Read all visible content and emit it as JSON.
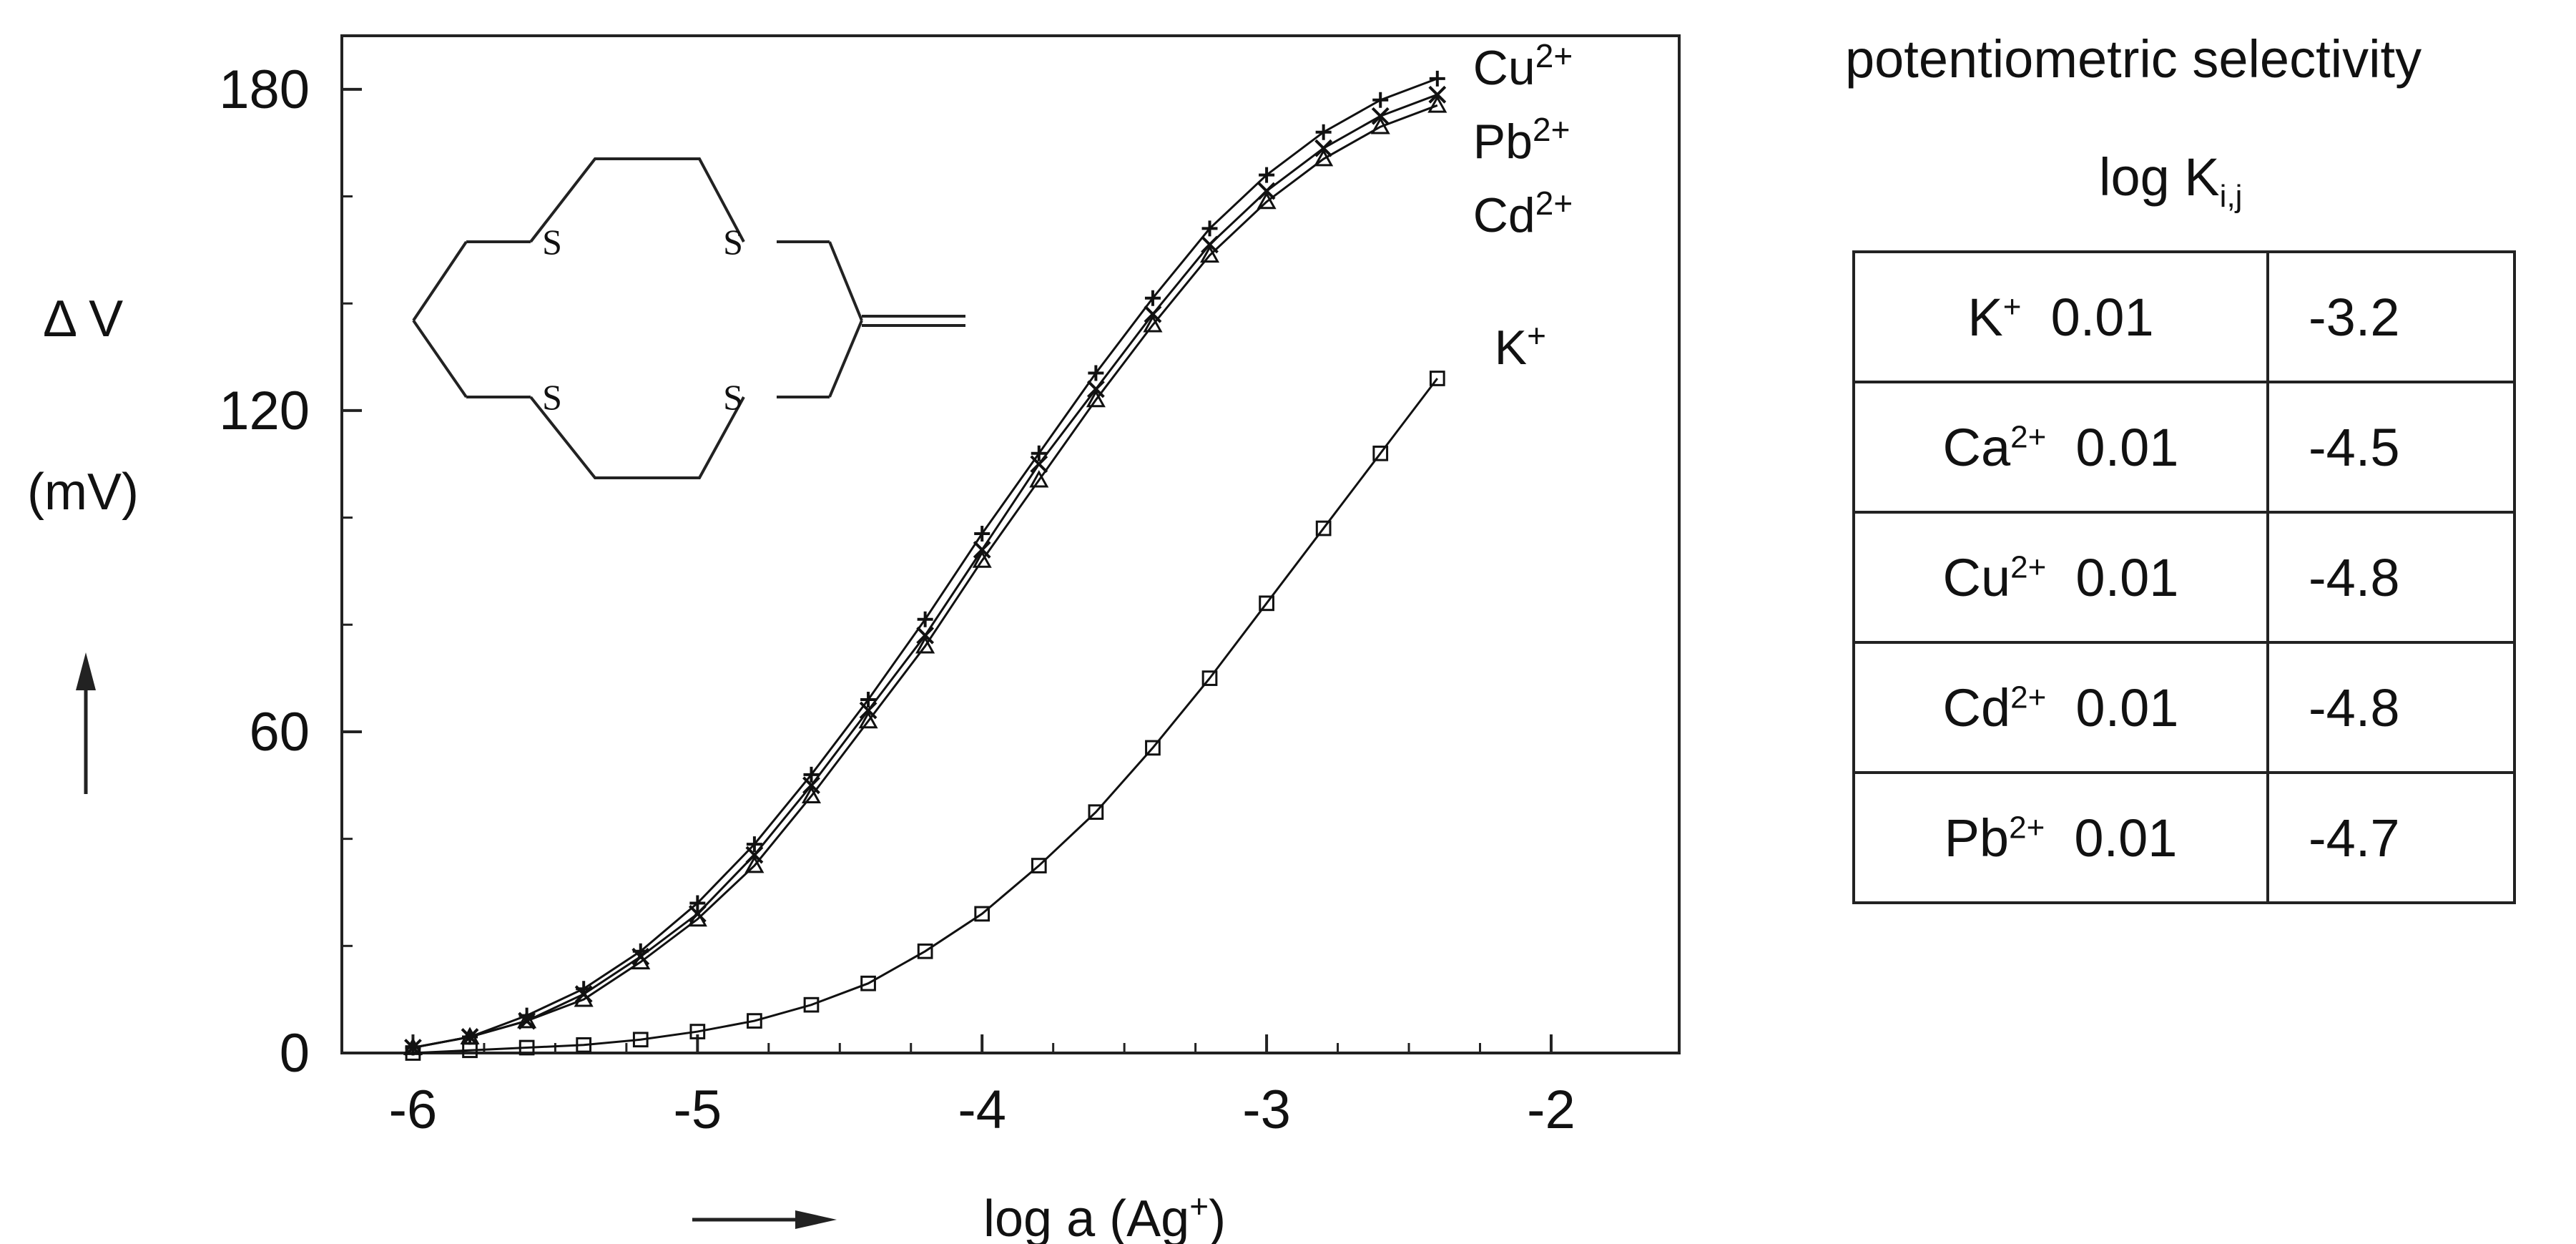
{
  "chart_data": {
    "type": "line",
    "title": "",
    "xlabel": "log a (Ag",
    "xlabel_sup": "+",
    "xlabel_close": ")",
    "ylabel": "Δ V",
    "ylabel_unit": "(mV)",
    "xlim": [
      -6.25,
      -1.55
    ],
    "ylim": [
      0,
      190
    ],
    "xticks": [
      -6,
      -5,
      -4,
      -3,
      -2
    ],
    "xtick_labels": [
      "-6",
      "-5",
      "-4",
      "-3",
      "-2"
    ],
    "yticks": [
      0,
      60,
      120,
      180
    ],
    "ytick_labels": [
      "0",
      "60",
      "120",
      "180"
    ],
    "grid": false,
    "legend": "inline labels at line ends",
    "x": [
      -6.0,
      -5.8,
      -5.6,
      -5.4,
      -5.2,
      -5.0,
      -4.8,
      -4.6,
      -4.4,
      -4.2,
      -4.0,
      -3.8,
      -3.6,
      -3.4,
      -3.2,
      -3.0,
      -2.8,
      -2.6,
      -2.4
    ],
    "series": [
      {
        "name": "Cu",
        "name_sup": "2+",
        "marker": "plus",
        "values": [
          1,
          3,
          7,
          12,
          19,
          28,
          39,
          52,
          66,
          81,
          97,
          112,
          127,
          141,
          154,
          164,
          172,
          178,
          182
        ]
      },
      {
        "name": "Pb",
        "name_sup": "2+",
        "marker": "x",
        "values": [
          1,
          3,
          6,
          11,
          18,
          26,
          37,
          50,
          64,
          78,
          94,
          110,
          124,
          138,
          151,
          161,
          169,
          175,
          179
        ]
      },
      {
        "name": "Cd",
        "name_sup": "2+",
        "marker": "triangle",
        "values": [
          1,
          3,
          6,
          10,
          17,
          25,
          35,
          48,
          62,
          76,
          92,
          107,
          122,
          136,
          149,
          159,
          167,
          173,
          177
        ]
      },
      {
        "name": "K",
        "name_sup": "+",
        "marker": "square",
        "values": [
          0,
          0.5,
          1,
          1.5,
          2.5,
          4,
          6,
          9,
          13,
          19,
          26,
          35,
          45,
          57,
          70,
          84,
          98,
          112,
          126
        ]
      }
    ]
  },
  "table": {
    "title_line1": "potentiometric selectivity",
    "title_line2_main": "log  K",
    "title_line2_sub": "i,j",
    "rows": [
      {
        "ion": "K",
        "sup": "+",
        "conc": "0.01",
        "value": "-3.2"
      },
      {
        "ion": "Ca",
        "sup": "2+",
        "conc": "0.01",
        "value": "-4.5"
      },
      {
        "ion": "Cu",
        "sup": "2+",
        "conc": "0.01",
        "value": "-4.8"
      },
      {
        "ion": "Cd",
        "sup": "2+",
        "conc": "0.01",
        "value": "-4.8"
      },
      {
        "ion": "Pb",
        "sup": "2+",
        "conc": "0.01",
        "value": "-4.7"
      }
    ]
  },
  "structure": {
    "atom_label": "S"
  }
}
